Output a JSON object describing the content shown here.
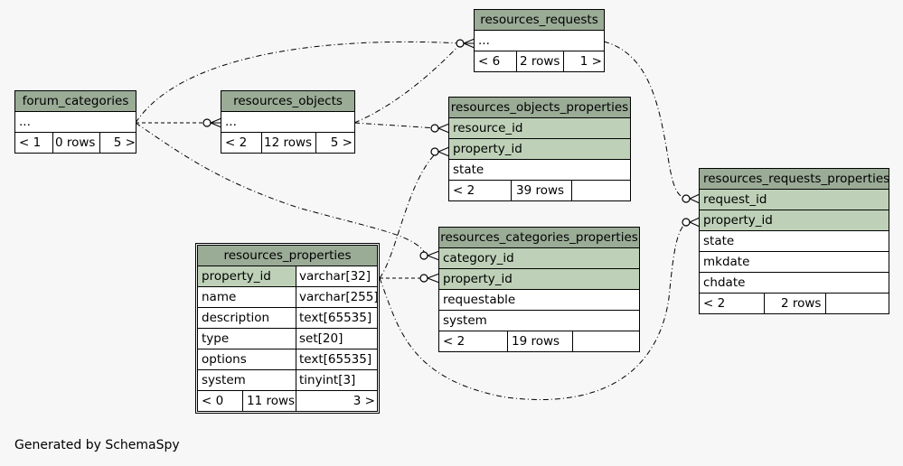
{
  "tables": {
    "forum_categories": {
      "name": "forum_categories",
      "rows": [
        "..."
      ],
      "footer": [
        "< 1",
        "0 rows",
        "5 >"
      ]
    },
    "resources_objects": {
      "name": "resources_objects",
      "rows": [
        "..."
      ],
      "footer": [
        "< 2",
        "12 rows",
        "5 >"
      ]
    },
    "resources_requests": {
      "name": "resources_requests",
      "rows": [
        "..."
      ],
      "footer": [
        "< 6",
        "2 rows",
        "1 >"
      ]
    },
    "resources_objects_properties": {
      "name": "resources_objects_properties",
      "rows": [
        "resource_id",
        "property_id",
        "state"
      ],
      "footer": [
        "< 2",
        "39 rows",
        ""
      ]
    },
    "resources_categories_properties": {
      "name": "resources_categories_properties",
      "rows": [
        "category_id",
        "property_id",
        "requestable",
        "system"
      ],
      "footer": [
        "< 2",
        "19 rows",
        ""
      ]
    },
    "resources_requests_properties": {
      "name": "resources_requests_properties",
      "rows": [
        "request_id",
        "property_id",
        "state",
        "mkdate",
        "chdate"
      ],
      "footer": [
        "< 2",
        "2 rows",
        ""
      ]
    },
    "resources_properties": {
      "name": "resources_properties",
      "rows": [
        [
          "property_id",
          "varchar[32]"
        ],
        [
          "name",
          "varchar[255]"
        ],
        [
          "description",
          "text[65535]"
        ],
        [
          "type",
          "set[20]"
        ],
        [
          "options",
          "text[65535]"
        ],
        [
          "system",
          "tinyint[3]"
        ]
      ],
      "footer": [
        "< 0",
        "11 rows",
        "3 >"
      ]
    }
  },
  "footer_text": "Generated by SchemaSpy"
}
